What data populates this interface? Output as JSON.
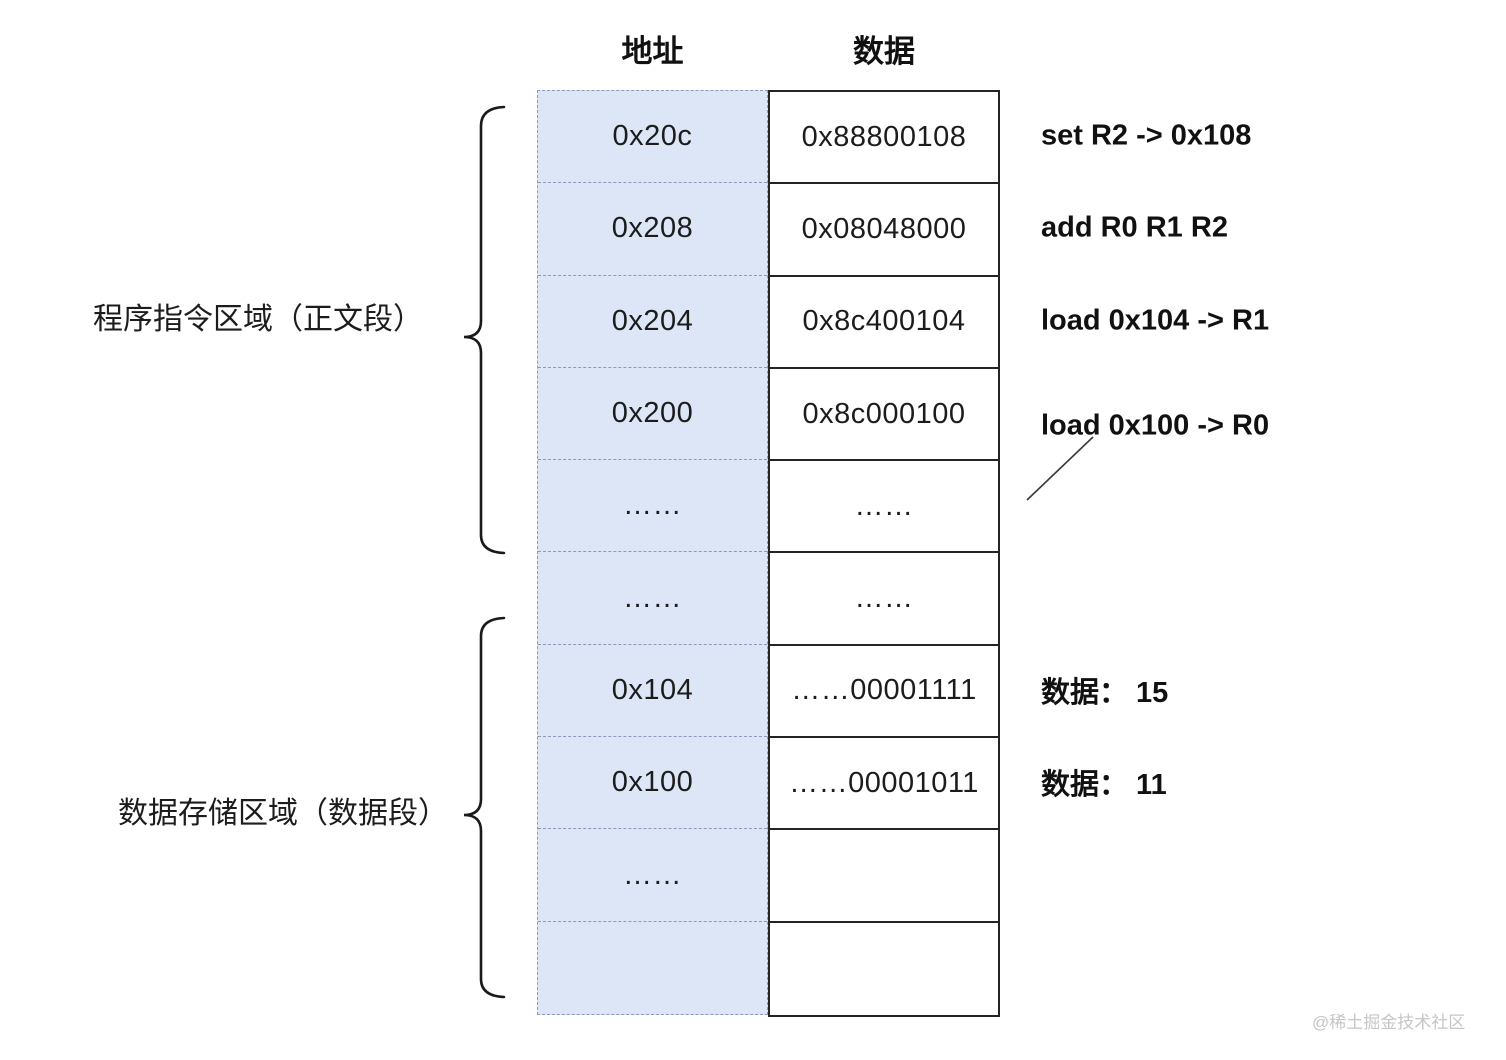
{
  "headers": {
    "address": "地址",
    "data": "数据"
  },
  "section_labels": {
    "text_segment": "程序指令区域（正文段）",
    "data_segment": "数据存储区域（数据段）"
  },
  "rows": [
    {
      "address": "0x20c",
      "data": "0x88800108",
      "annotation": "set R2 -> 0x108"
    },
    {
      "address": "0x208",
      "data": "0x08048000",
      "annotation": "add R0 R1 R2"
    },
    {
      "address": "0x204",
      "data": "0x8c400104",
      "annotation": "load 0x104 -> R1"
    },
    {
      "address": "0x200",
      "data": "0x8c000100",
      "annotation": "load 0x100 -> R0"
    },
    {
      "address": "……",
      "data": "……",
      "annotation": ""
    },
    {
      "address": "……",
      "data": "……",
      "annotation": ""
    },
    {
      "address": "0x104",
      "data": "……00001111",
      "annotation": "数据： 15"
    },
    {
      "address": "0x100",
      "data": "……00001011",
      "annotation": "数据： 11"
    },
    {
      "address": "……",
      "data": "",
      "annotation": ""
    },
    {
      "address": "",
      "data": "",
      "annotation": ""
    }
  ],
  "watermark": "@稀土掘金技术社区",
  "colors": {
    "address_cell_fill": "#dce6f7",
    "address_cell_border": "#8a9ab8",
    "data_cell_border": "#242424",
    "text": "#1c1c1c",
    "watermark": "#c6c6c6"
  }
}
